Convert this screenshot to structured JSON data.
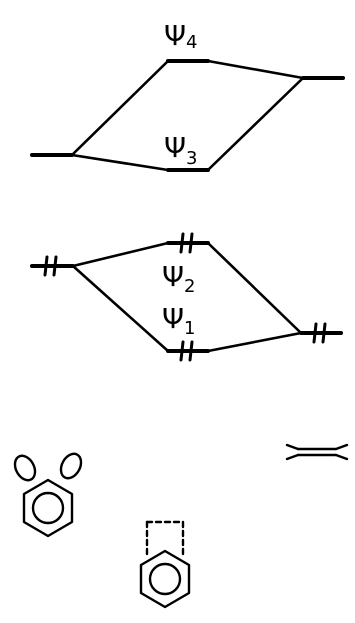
{
  "diagram": {
    "orbitals": [
      {
        "symbol": "Ψ",
        "index": "4"
      },
      {
        "symbol": "Ψ",
        "index": "3"
      },
      {
        "symbol": "Ψ",
        "index": "2"
      },
      {
        "symbol": "Ψ",
        "index": "1"
      }
    ]
  }
}
